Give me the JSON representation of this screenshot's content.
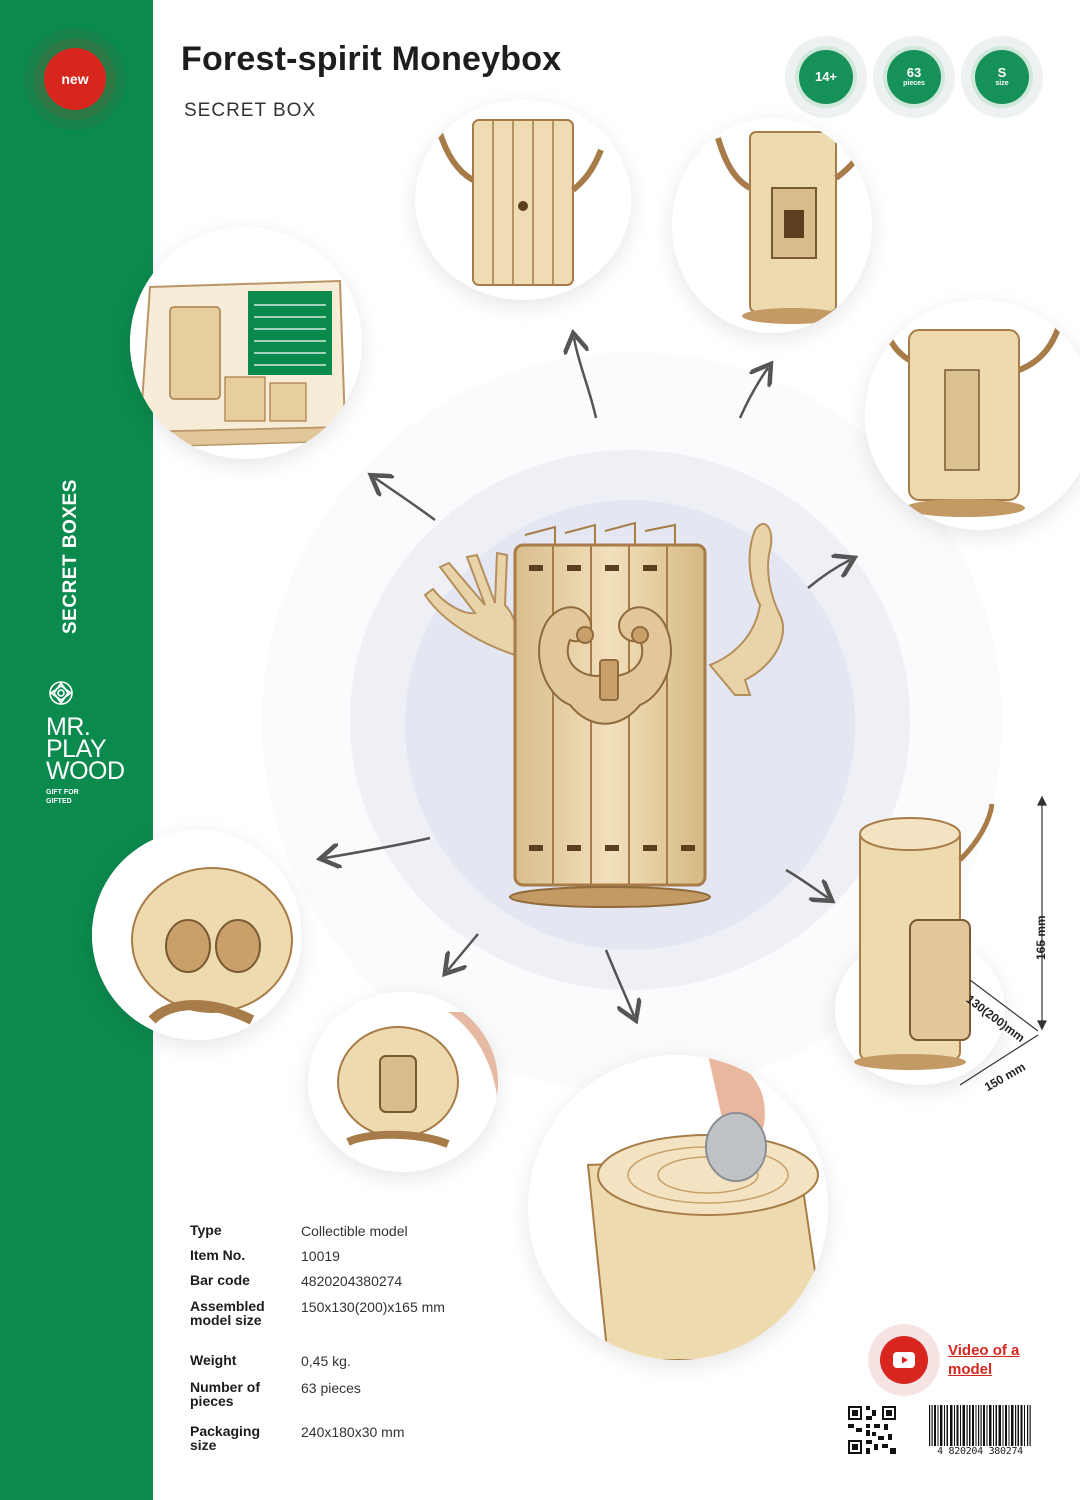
{
  "badge": {
    "new_label": "new"
  },
  "header": {
    "title": "Forest-spirit Moneybox",
    "subtitle": "SECRET BOX"
  },
  "stats": [
    {
      "big": "14+",
      "small": ""
    },
    {
      "big": "63",
      "small": "pieces"
    },
    {
      "big": "S",
      "small": "size"
    }
  ],
  "sidebar": {
    "category": "SECRET BOXES",
    "brand_name_lines": [
      "MR.",
      "PLAY",
      "WOOD"
    ],
    "brand_tagline": "GIFT FOR GIFTED"
  },
  "dimensions": {
    "height": "165 mm",
    "depth": "130(200)mm",
    "width": "150 mm"
  },
  "specs": [
    {
      "key": "Type",
      "value": "Collectible model"
    },
    {
      "key": "Item No.",
      "value": "10019"
    },
    {
      "key": "Bar code",
      "value": "4820204380274"
    },
    {
      "key": "Assembled model size",
      "value": "150x130(200)x165 mm"
    },
    {
      "key": "Weight",
      "value": "0,45 kg."
    },
    {
      "key": "Number of pieces",
      "value": "63 pieces"
    },
    {
      "key": "Packaging size",
      "value": "240x180x30 mm"
    }
  ],
  "video": {
    "label": "Video of a model"
  },
  "barcode": {
    "number": "4  820204  380274"
  },
  "colors": {
    "brand_green": "#0b8a4e",
    "accent_red": "#d7261e",
    "wood": "#e8d2a8",
    "wood_dark": "#b68f5e"
  },
  "icons": [
    "brand-logo-icon",
    "youtube-play-icon",
    "qr-code-icon",
    "barcode-icon",
    "arrow-icon"
  ]
}
